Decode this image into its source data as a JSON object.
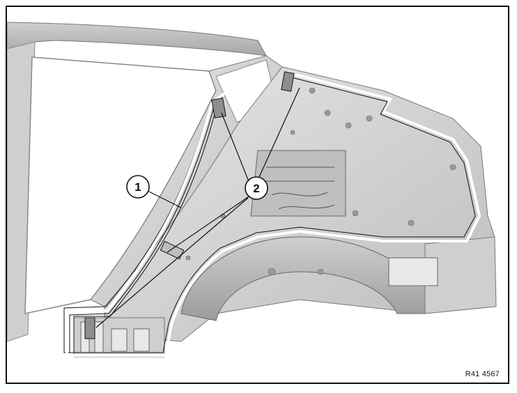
{
  "diagram": {
    "callouts": [
      {
        "id": "1",
        "label": "1"
      },
      {
        "id": "2",
        "label": "2"
      }
    ],
    "reference_code": "R41 4567",
    "colors": {
      "panel_fill": "#d8d8d8",
      "panel_dark": "#a9a9a9",
      "outline": "#111111",
      "highlight": "#ffffff"
    }
  }
}
